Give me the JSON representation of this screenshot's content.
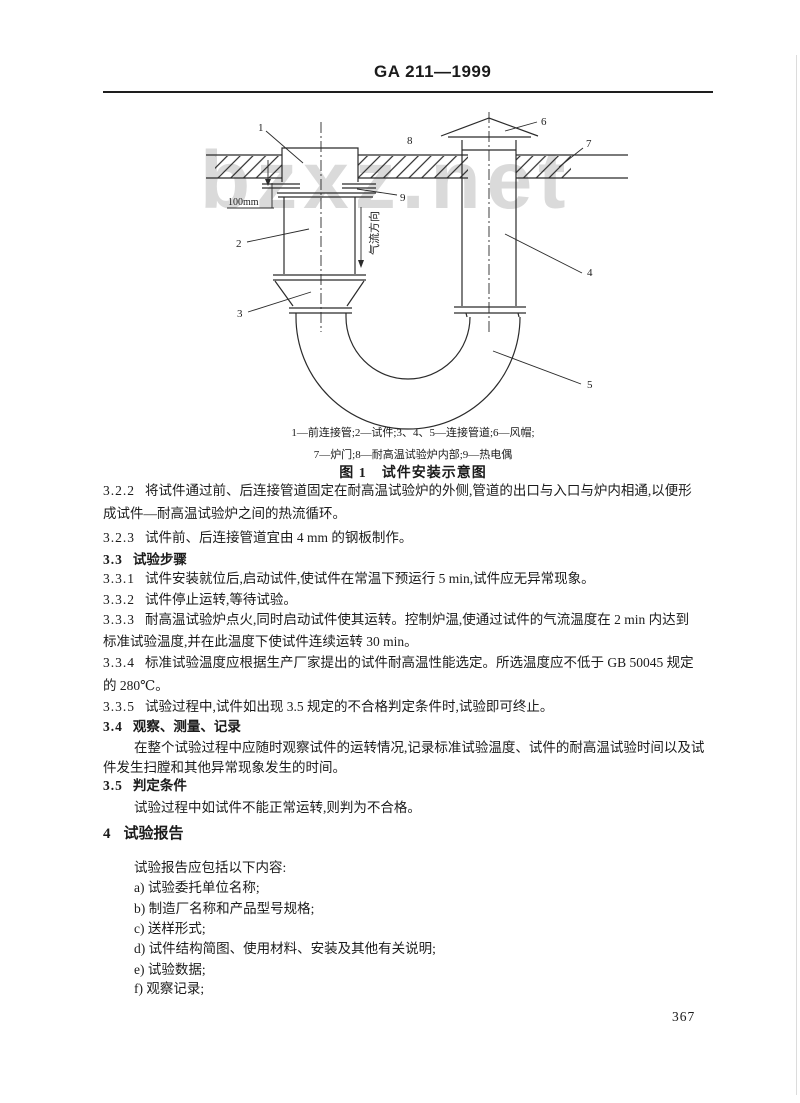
{
  "page": {
    "standard_code": "GA 211—1999",
    "page_number": "367",
    "watermark": "bzxz.net"
  },
  "figure": {
    "labels": [
      "1",
      "2",
      "3",
      "4",
      "5",
      "6",
      "7",
      "8",
      "9"
    ],
    "dimension_label": "100mm",
    "airflow_label": "气流方向",
    "caption_line1": "1—前连接管;2—试件;3、4、5—连接管道;6—风帽;",
    "caption_line2": "7—炉门;8—耐高温试验炉内部;9—热电偶",
    "title": "图 1　试件安装示意图"
  },
  "body": {
    "lines": [
      {
        "n": "3.2.2",
        "t": "将试件通过前、后连接管道固定在耐高温试验炉的外侧,管道的出口与入口与炉内相通,以便形"
      },
      {
        "t": "成试件—耐高温试验炉之间的热流循环。"
      },
      {
        "n": "3.2.3",
        "t": "试件前、后连接管道宜由 4 mm 的钢板制作。"
      },
      {
        "n": "3.3",
        "t": "试验步骤"
      },
      {
        "n": "3.3.1",
        "t": "试件安装就位后,启动试件,使试件在常温下预运行 5 min,试件应无异常现象。"
      },
      {
        "n": "3.3.2",
        "t": "试件停止运转,等待试验。"
      },
      {
        "n": "3.3.3",
        "t": "耐高温试验炉点火,同时启动试件使其运转。控制炉温,使通过试件的气流温度在 2 min 内达到"
      },
      {
        "t": "标准试验温度,并在此温度下使试件连续运转 30 min。"
      },
      {
        "n": "3.3.4",
        "t": "标准试验温度应根据生产厂家提出的试件耐高温性能选定。所选温度应不低于 GB 50045 规定"
      },
      {
        "t": "的 280℃。"
      },
      {
        "n": "3.3.5",
        "t": "试验过程中,试件如出现 3.5 规定的不合格判定条件时,试验即可终止。"
      },
      {
        "n": "3.4",
        "t": "观察、测量、记录"
      },
      {
        "t": "在整个试验过程中应随时观察试件的运转情况,记录标准试验温度、试件的耐高温试验时间以及试"
      },
      {
        "t": "件发生扫膛和其他异常现象发生的时间。"
      },
      {
        "n": "3.5",
        "t": "判定条件"
      },
      {
        "t": "试验过程中如试件不能正常运转,则判为不合格。"
      },
      {
        "n": "4",
        "t": "试验报告"
      },
      {
        "t": "试验报告应包括以下内容:"
      },
      {
        "t": "a) 试验委托单位名称;"
      },
      {
        "t": "b) 制造厂名称和产品型号规格;"
      },
      {
        "t": "c) 送样形式;"
      },
      {
        "t": "d) 试件结构简图、使用材料、安装及其他有关说明;"
      },
      {
        "t": "e) 试验数据;"
      },
      {
        "t": "f) 观察记录;"
      }
    ]
  }
}
